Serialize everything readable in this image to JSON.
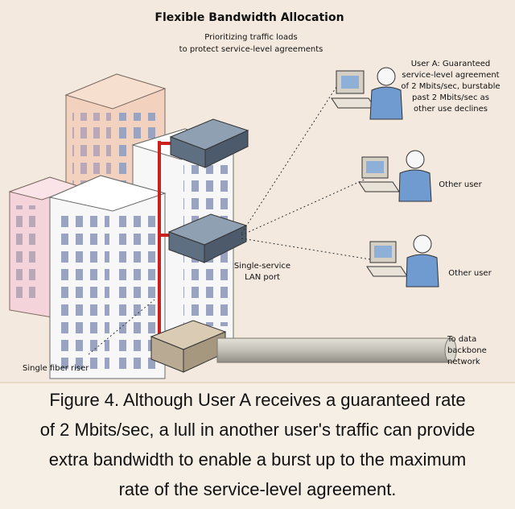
{
  "diagram": {
    "title": "Flexible Bandwidth Allocation",
    "subtitle_lines": [
      "Prioritizing traffic loads",
      "to protect service-level agreements"
    ],
    "user_a_lines": [
      "User A: Guaranteed",
      "service-level agreement",
      "of 2 Mbits/sec, burstable",
      "past 2 Mbits/sec as",
      "other use declines"
    ],
    "other_user_1": "Other user",
    "other_user_2": "Other user",
    "lan_port_lines": [
      "Single-service",
      "LAN port"
    ],
    "fiber_riser": "Single fiber riser",
    "backbone_lines": [
      "To data",
      "backbone",
      "network"
    ]
  },
  "caption_lines": [
    "Figure 4. Although User A receives a guaranteed rate",
    "of 2 Mbits/sec, a lull in another user's traffic can provide",
    "extra bandwidth to enable a burst up to the maximum",
    "rate of the service-level agreement."
  ],
  "colors": {
    "background": "#f3e9df",
    "riser": "#cc1f1f",
    "building_white": "#f7f7f7",
    "building_pink": "#f4d4da",
    "building_peach": "#f2d2bf",
    "window": "#9aa4c0",
    "switch": "#6e7f93",
    "cable": "#c9c7bd",
    "user_shirt": "#6f9bd1"
  }
}
